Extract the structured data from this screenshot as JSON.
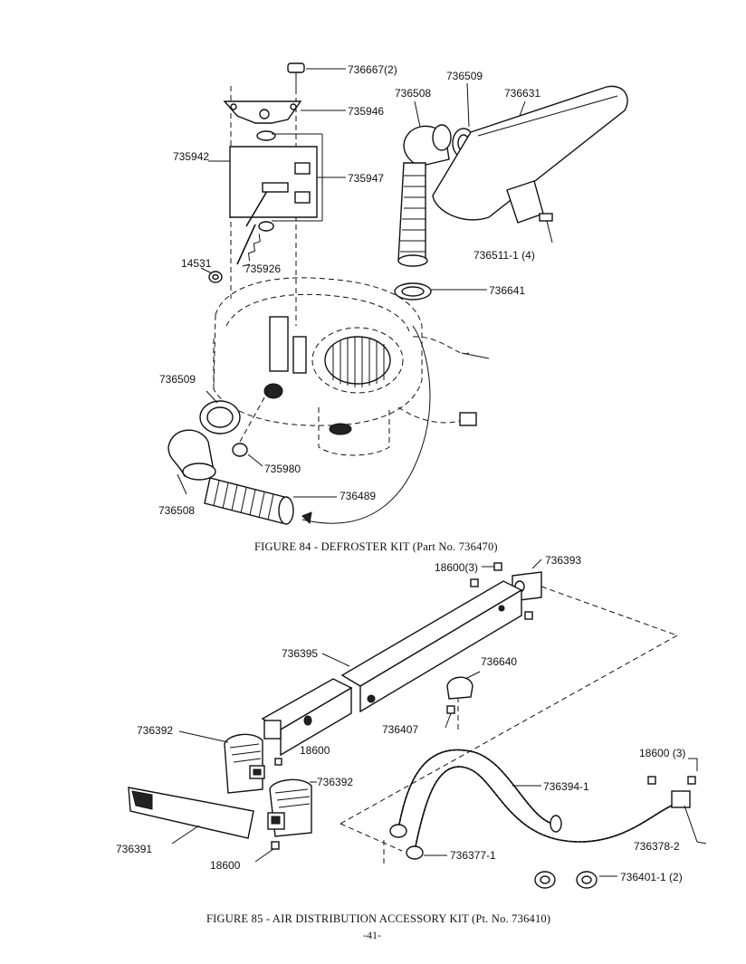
{
  "figure84": {
    "caption": "FIGURE 84 - DEFROSTER KIT (Part No. 736470)",
    "labels": {
      "p736667": "736667(2)",
      "p736509_top": "736509",
      "p736508_top": "736508",
      "p736631": "736631",
      "p735946": "735946",
      "p735942": "735942",
      "p735947": "735947",
      "p14531": "14531",
      "p735926": "735926",
      "p736511": "736511-1 (4)",
      "p736641": "736641",
      "p736509_left": "736509",
      "p735980": "735980",
      "p736489": "736489",
      "p736508_left": "736508"
    }
  },
  "figure85": {
    "caption": "FIGURE 85 - AIR DISTRIBUTION ACCESSORY KIT (Pt. No. 736410)",
    "labels": {
      "p18600_3_top": "18600(3)",
      "p736393": "736393",
      "p736395": "736395",
      "p736640": "736640",
      "p736392_a": "736392",
      "p736407": "736407",
      "p18600_mid": "18600",
      "p736392_b": "736392",
      "p736394": "736394-1",
      "p18600_3_right": "18600 (3)",
      "p736391": "736391",
      "p736378": "736378-2",
      "p18600_bottom": "18600",
      "p736377": "736377-1",
      "p736401": "736401-1 (2)"
    }
  },
  "page_number": "-41-"
}
